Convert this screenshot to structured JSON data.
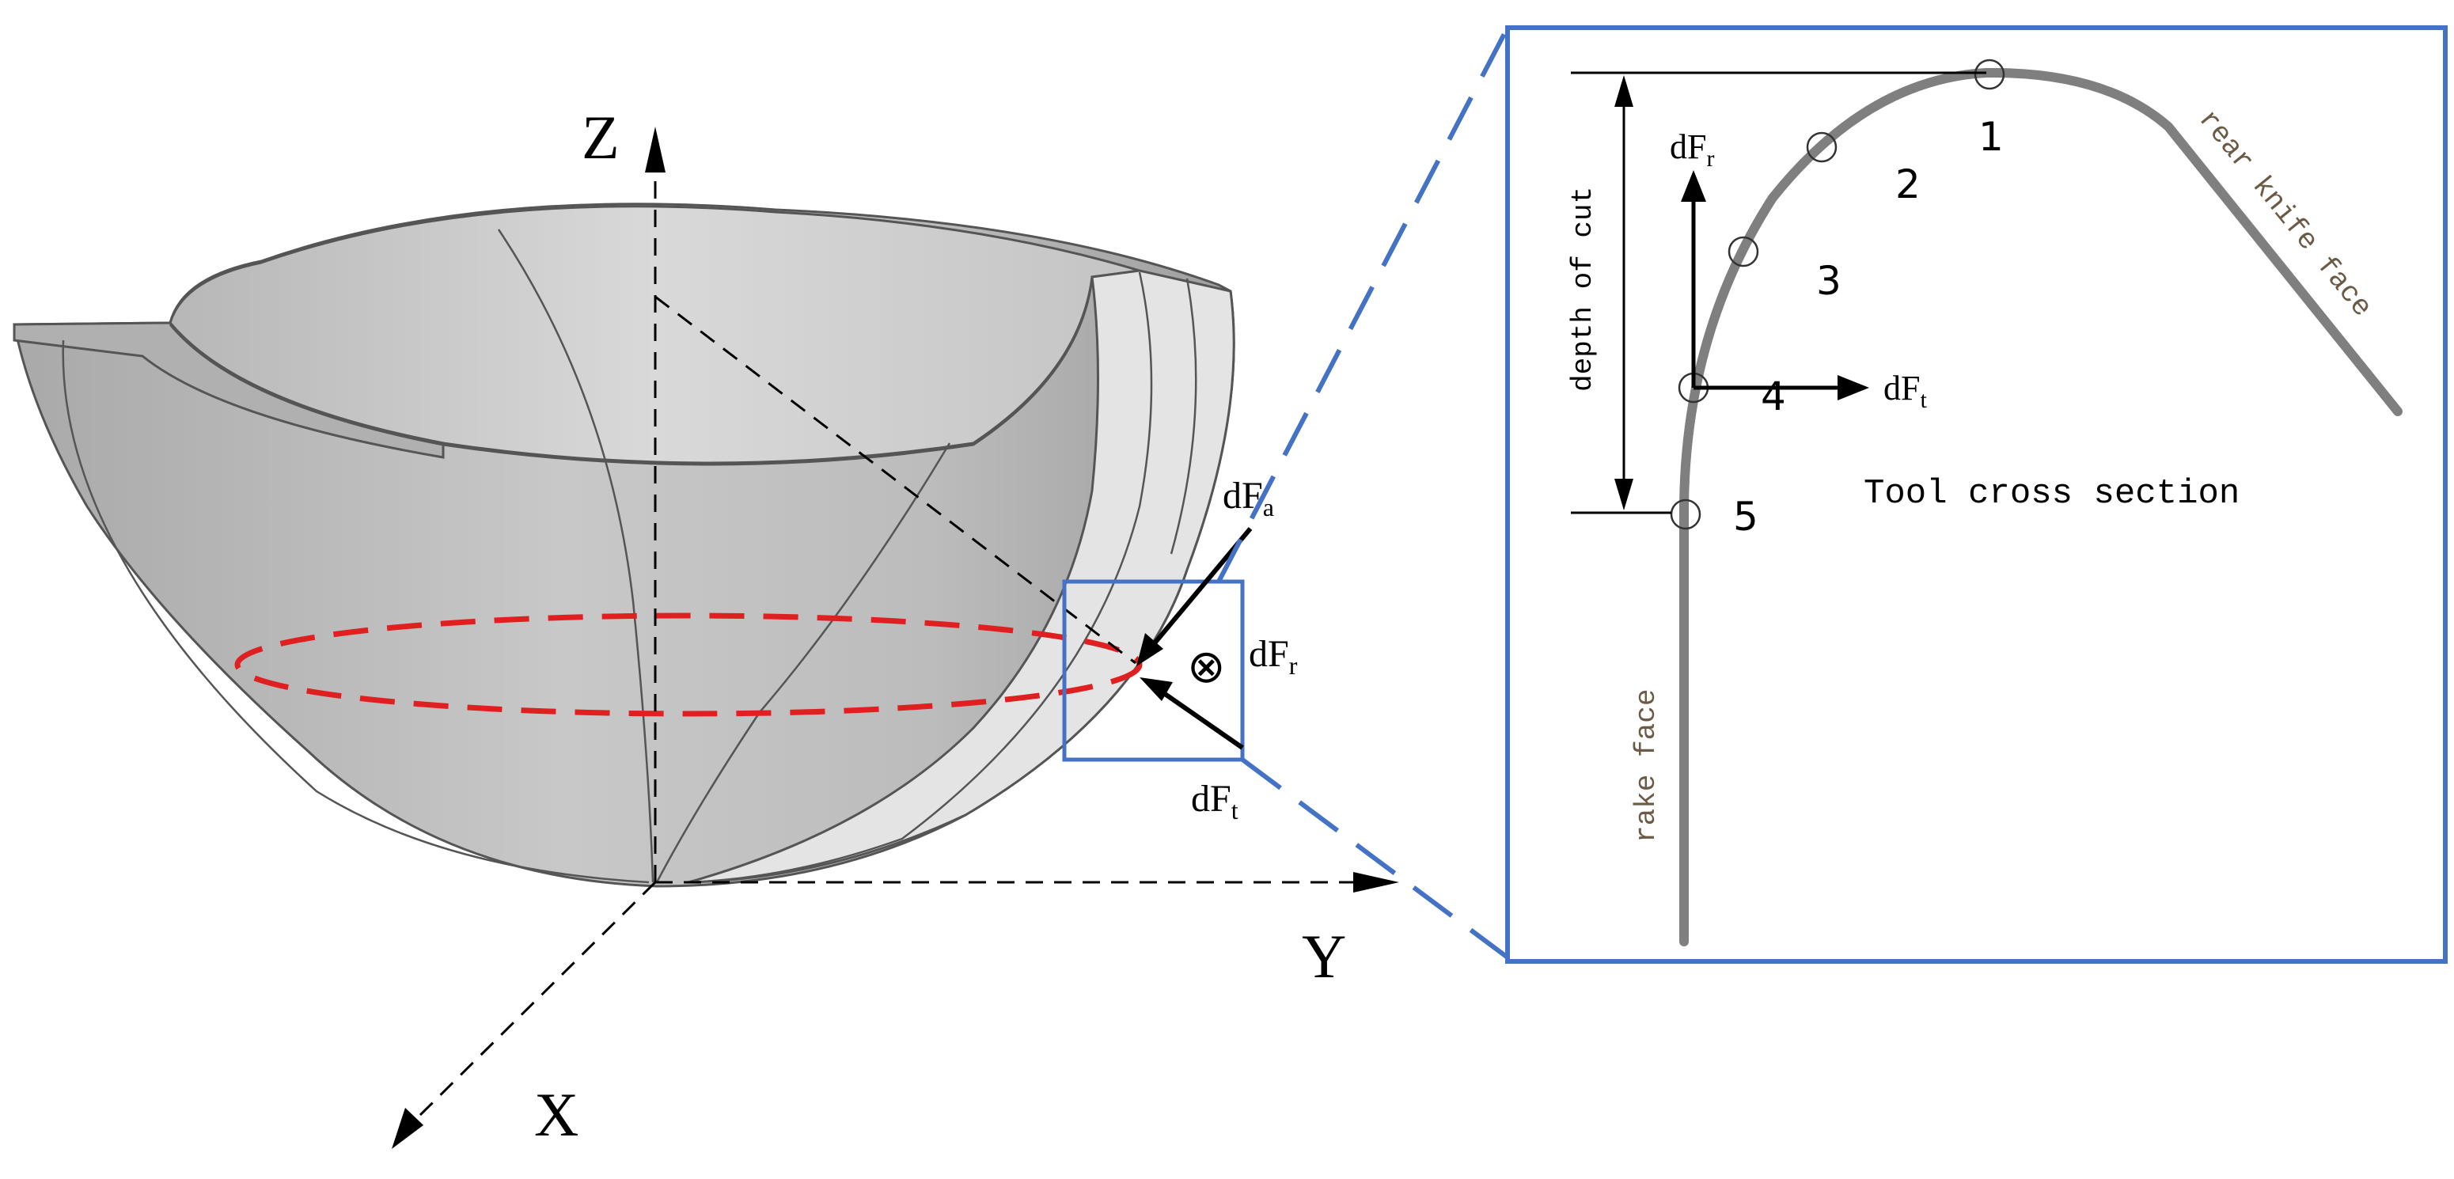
{
  "left_view": {
    "axes": {
      "z": "Z",
      "y": "Y",
      "x": "X"
    },
    "forces": {
      "axial": {
        "base": "dF",
        "sub": "a"
      },
      "radial": {
        "base": "dF",
        "sub": "r"
      },
      "tangential": {
        "base": "dF",
        "sub": "t"
      },
      "into_page_symbol": "⊗"
    }
  },
  "right_view": {
    "title": "Tool cross section",
    "dimension_label": "depth of cut",
    "rake_face_label": "rake face",
    "rear_face_label": "rear knife face",
    "forces": {
      "radial": {
        "base": "dF",
        "sub": "r"
      },
      "tangential": {
        "base": "dF",
        "sub": "t"
      }
    },
    "points": [
      "1",
      "2",
      "3",
      "4",
      "5"
    ]
  },
  "colors": {
    "bowl_fill": "#bdbdbd",
    "bowl_edge": "#5a5a5a",
    "inner_fill": "#d2d2d2",
    "highlight_fill": "#e6e6e6",
    "ellipse": "#e02020",
    "frame": "#4472c4",
    "tool_profile": "#7f7f7f"
  }
}
